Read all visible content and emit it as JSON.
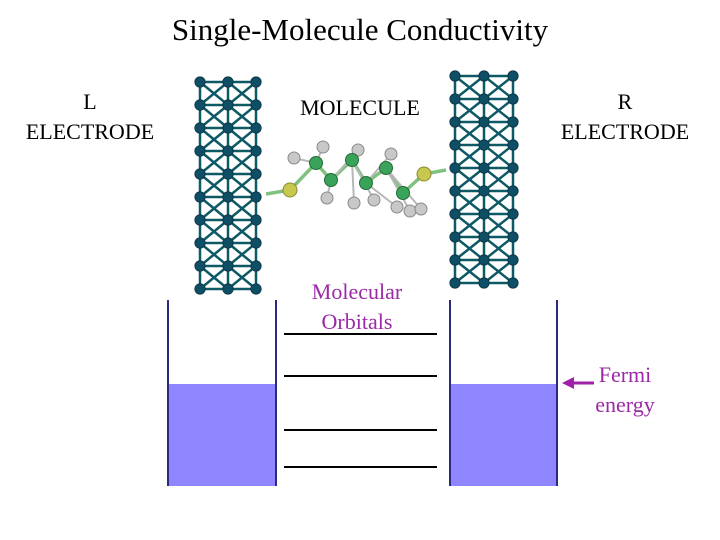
{
  "title": "Single-Molecule Conductivity",
  "labels": {
    "left_electrode_line1": "L",
    "left_electrode_line2": "ELECTRODE",
    "molecule": "MOLECULE",
    "right_electrode_line1": "R",
    "right_electrode_line2": "ELECTRODE",
    "orbitals_line1": "Molecular",
    "orbitals_line2": "Orbitals",
    "fermi_line1": "Fermi",
    "fermi_line2": "energy"
  },
  "colors": {
    "electrode_lattice": "#0d5a66",
    "electrode_atom": "#0f4f66",
    "fermi_fill": "#8f85ff",
    "well_line": "#2c2a7d",
    "purple_text": "#9a2aa5",
    "arrow": "#a020a8",
    "sulfur": "#c8c850",
    "carbon": "#3aa35a",
    "hydrogen": "#c8c8c8"
  },
  "icons": {
    "left_electrode": "atomic-lattice-icon",
    "right_electrode": "atomic-lattice-icon",
    "molecule": "alkanedithiol-molecule-icon",
    "fermi_arrow": "left-arrow-icon"
  }
}
